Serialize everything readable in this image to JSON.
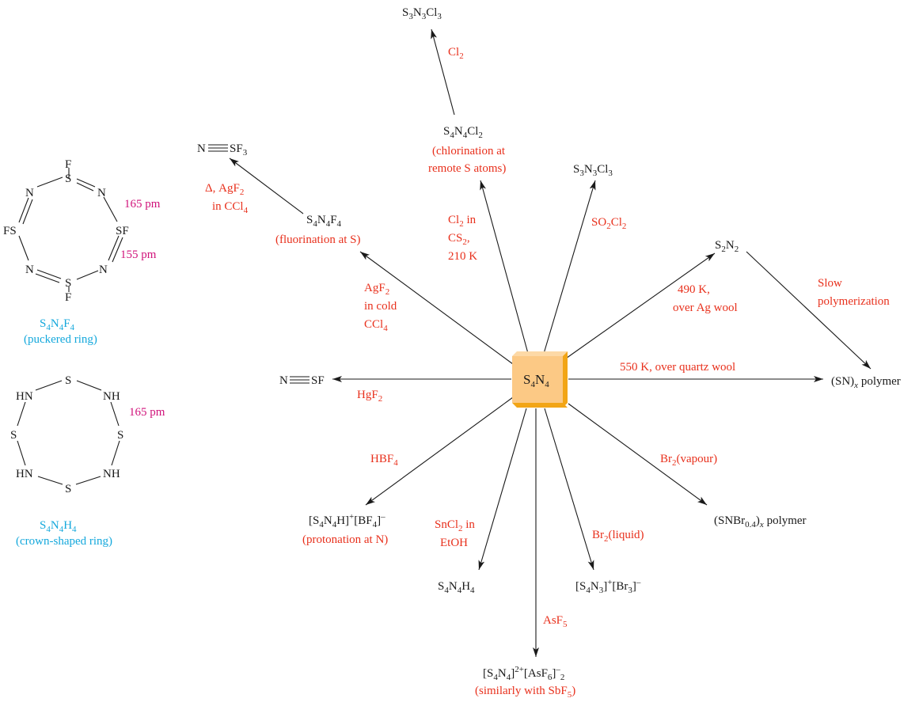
{
  "center": {
    "label": {
      "main": "S",
      "s1": "4",
      "m2": "N",
      "s2": "4"
    },
    "box_colors": {
      "front": "#fcc985",
      "top": "#fdd9a6",
      "side": "#f2a516"
    }
  },
  "products": {
    "s3n3cl3_top": {
      "p1": "S",
      "s1": "3",
      "p2": "N",
      "s2": "3",
      "p3": "Cl",
      "s3": "3"
    },
    "s4n4cl2": {
      "p1": "S",
      "s1": "4",
      "p2": "N",
      "s2": "4",
      "p3": "Cl",
      "s3": "2"
    },
    "s4n4cl2_note": [
      "(chlorination at",
      "remote S atoms)"
    ],
    "s3n3cl3_right": {
      "p1": "S",
      "s1": "3",
      "p2": "N",
      "s2": "3",
      "p3": "Cl",
      "s3": "3"
    },
    "nsf3": {
      "p1": "N",
      "p2": "SF",
      "s2": "3"
    },
    "s4n4f4": {
      "p1": "S",
      "s1": "4",
      "p2": "N",
      "s2": "4",
      "p3": "F",
      "s3": "4"
    },
    "s4n4f4_note": "(fluorination at S)",
    "s2n2": {
      "p1": "S",
      "s1": "2",
      "p2": "N",
      "s2": "2"
    },
    "sn_polymer": {
      "p1": "(SN)",
      "s1": "x",
      "p2": " polymer"
    },
    "nsf": {
      "p1": "N",
      "p2": "SF"
    },
    "s4n4h_salt": {
      "p1": "[S",
      "s1": "4",
      "p2": "N",
      "s2": "4",
      "p3": "H]",
      "sup1": "+",
      "p4": "[BF",
      "s3": "4",
      "p5": "]",
      "sup2": "–"
    },
    "s4n4h_note": "(protonation at N)",
    "snbr_polymer": {
      "p1": "(SNBr",
      "s1": "0.4",
      "p2": ")",
      "s2": "x",
      "p3": " polymer"
    },
    "s4n4h4": {
      "p1": "S",
      "s1": "4",
      "p2": "N",
      "s2": "4",
      "p3": "H",
      "s3": "4"
    },
    "s4n3_salt": {
      "p1": "[S",
      "s1": "4",
      "p2": "N",
      "s2": "3",
      "p3": "]",
      "sup1": "+",
      "p4": "[Br",
      "s3": "3",
      "p5": "]",
      "sup2": "–"
    },
    "s4n4_asf6": {
      "p1": "[S",
      "s1": "4",
      "p2": "N",
      "s2": "4",
      "p3": "]",
      "sup1": "2+",
      "p4": "[AsF",
      "s3": "6",
      "p5": "]",
      "sup2": "–",
      "s4": "2"
    },
    "s4n4_asf6_note": {
      "p1": "(similarly with SbF",
      "s1": "5",
      "p2": ")"
    }
  },
  "reagents": {
    "cl2_top": {
      "p1": "Cl",
      "s1": "2"
    },
    "cl2_cs2": {
      "l1a": "Cl",
      "l1s": "2",
      "l1b": " in",
      "l2a": "CS",
      "l2s": "2",
      "l2b": ",",
      "l3": "210 K"
    },
    "so2cl2": {
      "p1": "SO",
      "s1": "2",
      "p2": "Cl",
      "s2": "2"
    },
    "agf2_ccl4": {
      "l1a": "Δ, AgF",
      "l1s": "2",
      "l2a": "in CCl",
      "l2s": "4"
    },
    "agf2_cold": {
      "l1a": "AgF",
      "l1s": "2",
      "l2": "in cold",
      "l3a": "CCl",
      "l3s": "4"
    },
    "ag_wool": [
      "490 K,",
      "over Ag wool"
    ],
    "slow_poly": [
      "Slow",
      "polymerization"
    ],
    "quartz": "550 K, over quartz wool",
    "hgf2": {
      "p1": "HgF",
      "s1": "2"
    },
    "hbf4": {
      "p1": "HBF",
      "s1": "4"
    },
    "br2_vapour": {
      "p1": "Br",
      "s1": "2",
      "p2": "(vapour)"
    },
    "sncl2": {
      "l1a": "SnCl",
      "l1s": "2",
      "l1b": " in",
      "l2": "EtOH"
    },
    "br2_liquid": {
      "p1": "Br",
      "s1": "2",
      "p2": "(liquid)"
    },
    "asf5": {
      "p1": "AsF",
      "s1": "5"
    }
  },
  "structures": {
    "ring1": {
      "atoms": {
        "top": "S",
        "top_f": "F",
        "n_ul": "N",
        "n_ur": "N",
        "fs_left": "FS",
        "sf_right": "SF",
        "n_ll": "N",
        "n_lr": "N",
        "bottom": "S",
        "bottom_f": "F"
      },
      "dist1": "165 pm",
      "dist2": "155 pm",
      "caption": {
        "p1": "S",
        "s1": "4",
        "p2": "N",
        "s2": "4",
        "p3": "F",
        "s3": "4",
        "l2": "(puckered ring)"
      }
    },
    "ring2": {
      "atoms": {
        "top": "S",
        "nh_ul": "HN",
        "nh_ur": "NH",
        "s_left": "S",
        "s_right": "S",
        "nh_ll": "HN",
        "nh_lr": "NH",
        "bottom": "S"
      },
      "dist": "165 pm",
      "caption": {
        "p1": "S",
        "s1": "4",
        "p2": "N",
        "s2": "4",
        "p3": "H",
        "s3": "4",
        "l2": "(crown-shaped ring)"
      }
    }
  },
  "colors": {
    "product": "#1a1a1a",
    "reagent": "#e8301c",
    "caption": "#14a8dc",
    "distance": "#d0127a"
  }
}
